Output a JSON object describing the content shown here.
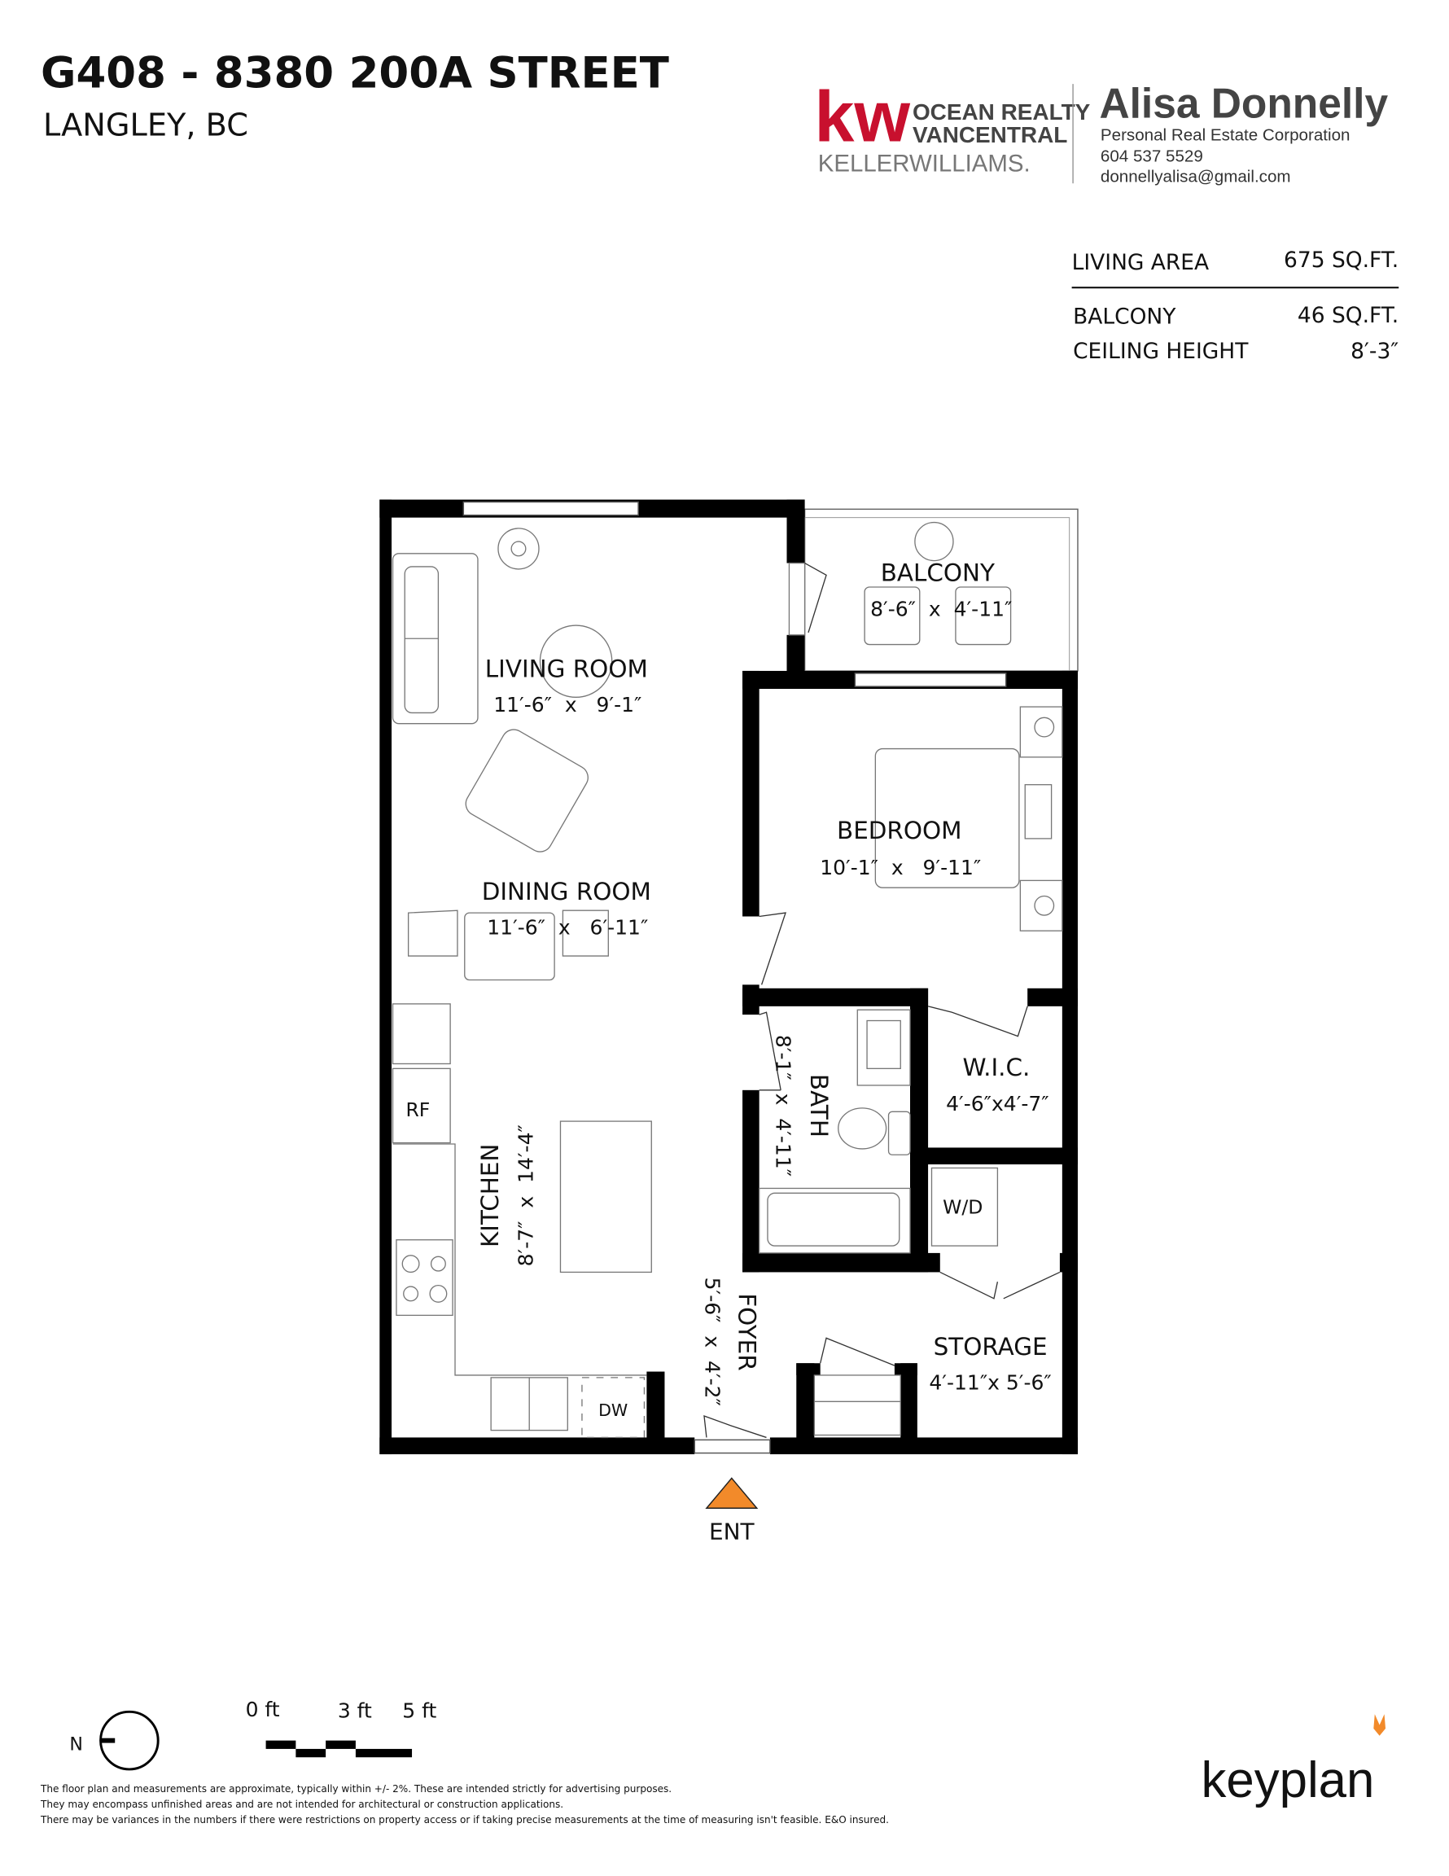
{
  "header": {
    "title": "G408 - 8380 200A STREET",
    "subtitle": "LANGLEY, BC"
  },
  "brand": {
    "logo_kw": "kw",
    "logo_line1": "OCEAN REALTY",
    "logo_line2": "VANCENTRAL",
    "logo_line3": "KELLERWILLIAMS.",
    "kw_color": "#c8102e"
  },
  "agent": {
    "name": "Alisa Donnelly",
    "company": "Personal Real Estate Corporation",
    "phone": "604 537 5529",
    "email": "donnellyalisa@gmail.com"
  },
  "areas": {
    "living_label": "LIVING AREA",
    "living_value": "675 SQ.FT.",
    "balcony_label": "BALCONY",
    "balcony_value": "46 SQ.FT.",
    "ceiling_label": "CEILING HEIGHT",
    "ceiling_value": "8′-3″"
  },
  "rooms": {
    "living": {
      "name": "LIVING ROOM",
      "dims": "11′-6″  x   9′-1″"
    },
    "balcony": {
      "name": "BALCONY",
      "dims": "8′-6″  x  4′-11″"
    },
    "bedroom": {
      "name": "BEDROOM",
      "dims": "10′-1″  x   9′-11″"
    },
    "dining": {
      "name": "DINING ROOM",
      "dims": "11′-6″  x   6′-11″"
    },
    "kitchen": {
      "name": "KITCHEN",
      "dims": "8′-7″  x  14′-4″"
    },
    "bath": {
      "name": "BATH",
      "dims": "8′-1″  x  4′-11″"
    },
    "wic": {
      "name": "W.I.C.",
      "dims": "4′-6″x4′-7″"
    },
    "foyer": {
      "name": "FOYER",
      "dims": "5′-6″  x  4′-2″"
    },
    "storage": {
      "name": "STORAGE",
      "dims": "4′-11″x 5′-6″"
    },
    "rf": "RF",
    "wd": "W/D",
    "dw": "DW"
  },
  "entrance": {
    "label": "ENT",
    "color": "#f28a2a"
  },
  "compass": {
    "label": "N"
  },
  "scale": {
    "labels": [
      "0 ft",
      "3 ft",
      "5 ft"
    ]
  },
  "disclaimer": [
    "The floor plan and measurements are approximate, typically within +/- 2%. These are intended strictly for advertising purposes.",
    "They may encompass unfinished areas and are not intended for architectural or construction applications.",
    "There may be variances in the numbers if there were restrictions on property access or if taking precise measurements at the time of measuring isn't feasible. E&O insured."
  ],
  "footer_brand": {
    "name": "keyplan",
    "accent": "#f28a2a"
  }
}
